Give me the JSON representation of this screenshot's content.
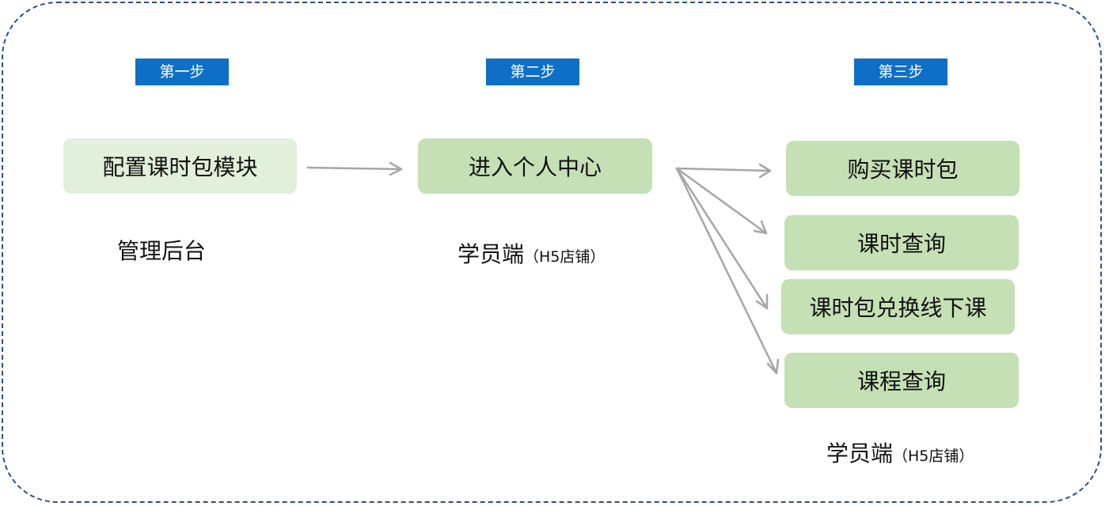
{
  "steps": {
    "step1": "第一步",
    "step2": "第二步",
    "step3": "第三步"
  },
  "nodes": {
    "configure_module": "配置课时包模块",
    "enter_personal_center": "进入个人中心",
    "buy_package": "购买课时包",
    "hour_query": "课时查询",
    "exchange_offline": "课时包兑换线下课",
    "course_query": "课程查询"
  },
  "captions": {
    "admin_backend": "管理后台",
    "student_side": "学员端",
    "student_side_note": "（H5店铺）"
  },
  "colors": {
    "frame_border": "#2f4f86",
    "step_tag": "#0f6fc6",
    "box_light": "#e2efda",
    "box_mid": "#c5e0b4",
    "arrow": "#a6a6a6"
  },
  "icons": {
    "arrow": "arrow-right-icon"
  }
}
